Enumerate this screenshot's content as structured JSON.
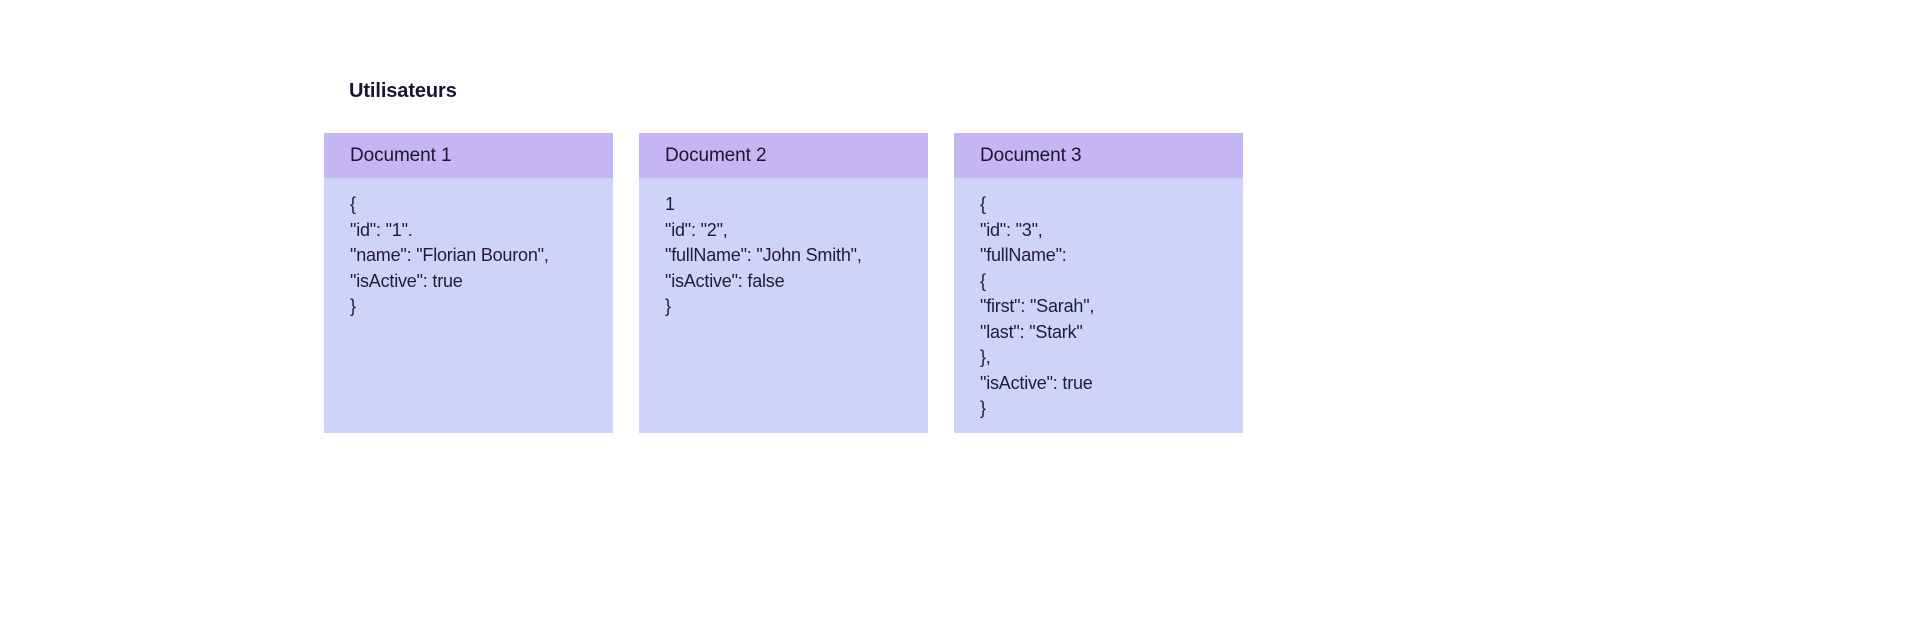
{
  "page": {
    "background_color": "#ffffff",
    "title": "Utilisateurs"
  },
  "theme": {
    "header_color": "#c4b6f2",
    "body_color": "#ced4f7",
    "text_color": "#1c1433",
    "code_text_color": "#221a38"
  },
  "cards": [
    {
      "header": "Document 1",
      "lines": [
        "{",
        "\"id\": \"1\".",
        "\"name\": \"Florian Bouron\",",
        "\"isActive\": true",
        "}"
      ]
    },
    {
      "header": "Document 2",
      "lines": [
        "1",
        "\"id\": \"2\",",
        "\"fullName\": \"John Smith\",",
        "\"isActive\": false",
        "}"
      ]
    },
    {
      "header": "Document 3",
      "lines": [
        "{",
        "\"id\": \"3\",",
        "\"fullName\":",
        "{",
        "\"first\": \"Sarah\",",
        "\"last\": \"Stark\"",
        "},",
        "\"isActive\": true",
        "}"
      ]
    }
  ]
}
